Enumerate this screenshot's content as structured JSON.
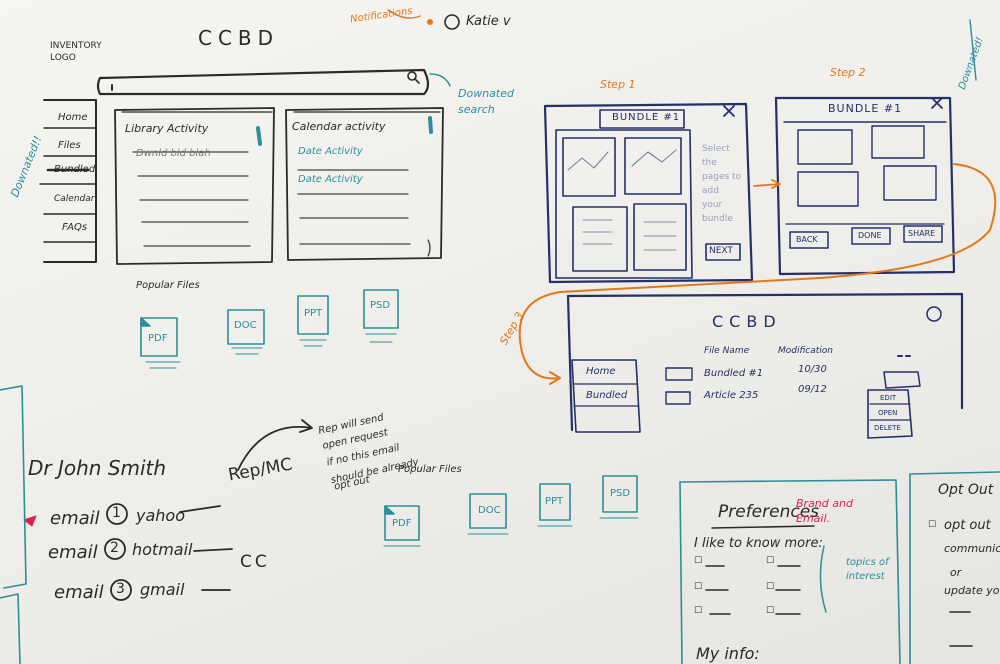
{
  "header": {
    "logo_text": "INVENTORY LOGO",
    "app_title": "CCBD",
    "notifications": "Notifications",
    "user_name": "Katie v",
    "search_note": "Downated search"
  },
  "sidebar": {
    "items": [
      {
        "label": "Home"
      },
      {
        "label": "Files"
      },
      {
        "label": "Bundled"
      },
      {
        "label": "Calendar"
      },
      {
        "label": "FAQs"
      }
    ],
    "side_note": "Downated!!"
  },
  "panels": {
    "library": {
      "title": "Library Activity",
      "line1": "Dwnld bld blah"
    },
    "calendar": {
      "title": "Calendar activity",
      "line1": "Date Activity",
      "line2": "Date Activity"
    }
  },
  "popular_files": {
    "label": "Popular Files",
    "icons": [
      "PDF",
      "DOC",
      "PPT",
      "PSD"
    ]
  },
  "steps": {
    "step1": {
      "label": "Step 1",
      "title": "BUNDLE #1",
      "help": "Select the pages to add your bundle",
      "next": "NEXT"
    },
    "step2": {
      "label": "Step 2",
      "title": "BUNDLE #1",
      "back": "BACK",
      "done": "DONE",
      "share": "SHARE",
      "side_note": "Downated!"
    },
    "step3": {
      "label": "Step 3",
      "title": "CCBD",
      "nav": [
        "Home",
        "Bundled"
      ],
      "col_file": "File Name",
      "col_mod": "Modification",
      "rows": [
        {
          "name": "Bundled #1",
          "date": "10/30"
        },
        {
          "name": "Article 235",
          "date": "09/12"
        }
      ],
      "menu": [
        "EDIT",
        "OPEN",
        "DELETE"
      ]
    }
  },
  "contact": {
    "name": "Dr John Smith",
    "emails": [
      {
        "label": "email",
        "num": "1",
        "provider": "yahoo"
      },
      {
        "label": "email",
        "num": "2",
        "provider": "hotmail"
      },
      {
        "label": "email",
        "num": "3",
        "provider": "gmail"
      }
    ],
    "rep": "Rep/MC",
    "cc": "CC",
    "note": [
      "Rep will send",
      "open request",
      "if no this email",
      "should be already",
      "opt out"
    ],
    "popular_files_label": "Popular Files",
    "icons": [
      "PDF",
      "DOC",
      "PPT",
      "PSD"
    ]
  },
  "preferences": {
    "title": "Preferences",
    "note": "Brand and Email.",
    "intro": "I like to know more:",
    "topics": "topics of interest",
    "myinfo": "My info:"
  },
  "optout": {
    "title": "Opt Out",
    "line1": "opt out",
    "line2": "communica",
    "line3": "or",
    "line4": "update you"
  },
  "colors": {
    "ink_dark": "#2a2a2a",
    "ink_navy": "#243066",
    "ink_teal": "#2c8f9a",
    "ink_orange": "#e3781b",
    "ink_red": "#d6244e"
  }
}
